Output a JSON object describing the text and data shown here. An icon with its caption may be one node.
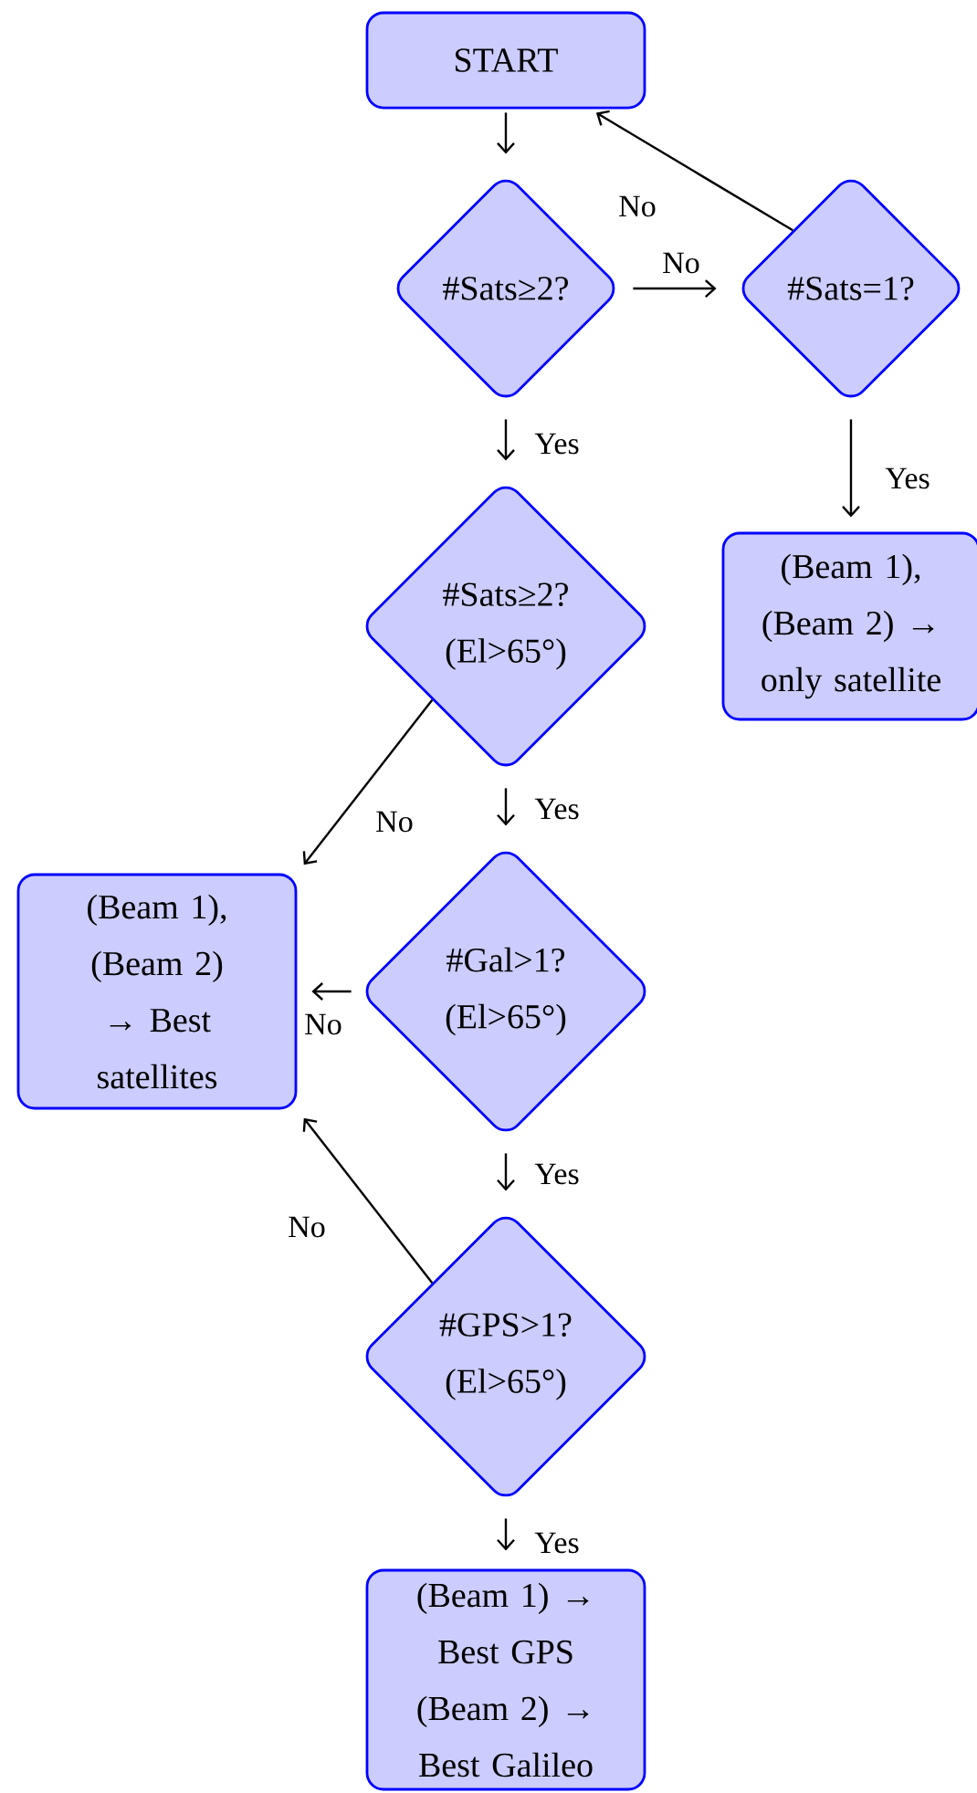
{
  "diagram": {
    "nodes": [
      {
        "text": [
          "START"
        ]
      },
      {
        "text": [
          "#Sats≥2?"
        ]
      },
      {
        "text": [
          "#Sats=1?"
        ]
      },
      {
        "text": [
          "(Beam 1), (Beam 2) → only satellite"
        ]
      },
      {
        "text": [
          "#Sats≥2? (El>65°)"
        ]
      },
      {
        "text": [
          "(Beam 1), (Beam 2) → Best satellites"
        ]
      },
      {
        "text": [
          "#Gal>1? (El>65°)"
        ]
      },
      {
        "text": [
          "#GPS>1? (El>65°)"
        ]
      },
      {
        "text": [
          "(Beam 1) → Best GPS",
          "(Beam 2) → Best Galileo"
        ]
      }
    ],
    "edges": [
      {
        "from": 0,
        "to": 1,
        "arrow": "to"
      },
      {
        "from": 1,
        "to": 2,
        "arrow": "to",
        "label": "No"
      },
      {
        "from": 2,
        "to": 0,
        "arrow": "to",
        "label": "No"
      },
      {
        "from": 2,
        "to": 3,
        "arrow": "to",
        "label": "Yes"
      },
      {
        "from": 1,
        "to": 4,
        "arrow": "to",
        "label": "Yes"
      },
      {
        "from": 4,
        "to": 5,
        "arrow": "to",
        "label": "No"
      },
      {
        "from": 4,
        "to": 6,
        "arrow": "to",
        "label": "Yes"
      },
      {
        "from": 6,
        "to": 5,
        "arrow": "to",
        "label": "No"
      },
      {
        "from": 6,
        "to": 7,
        "arrow": "to",
        "label": "Yes"
      },
      {
        "from": 7,
        "to": 5,
        "arrow": "to",
        "label": "No"
      },
      {
        "from": 7,
        "to": 8,
        "arrow": "to",
        "label": "Yes"
      }
    ]
  }
}
